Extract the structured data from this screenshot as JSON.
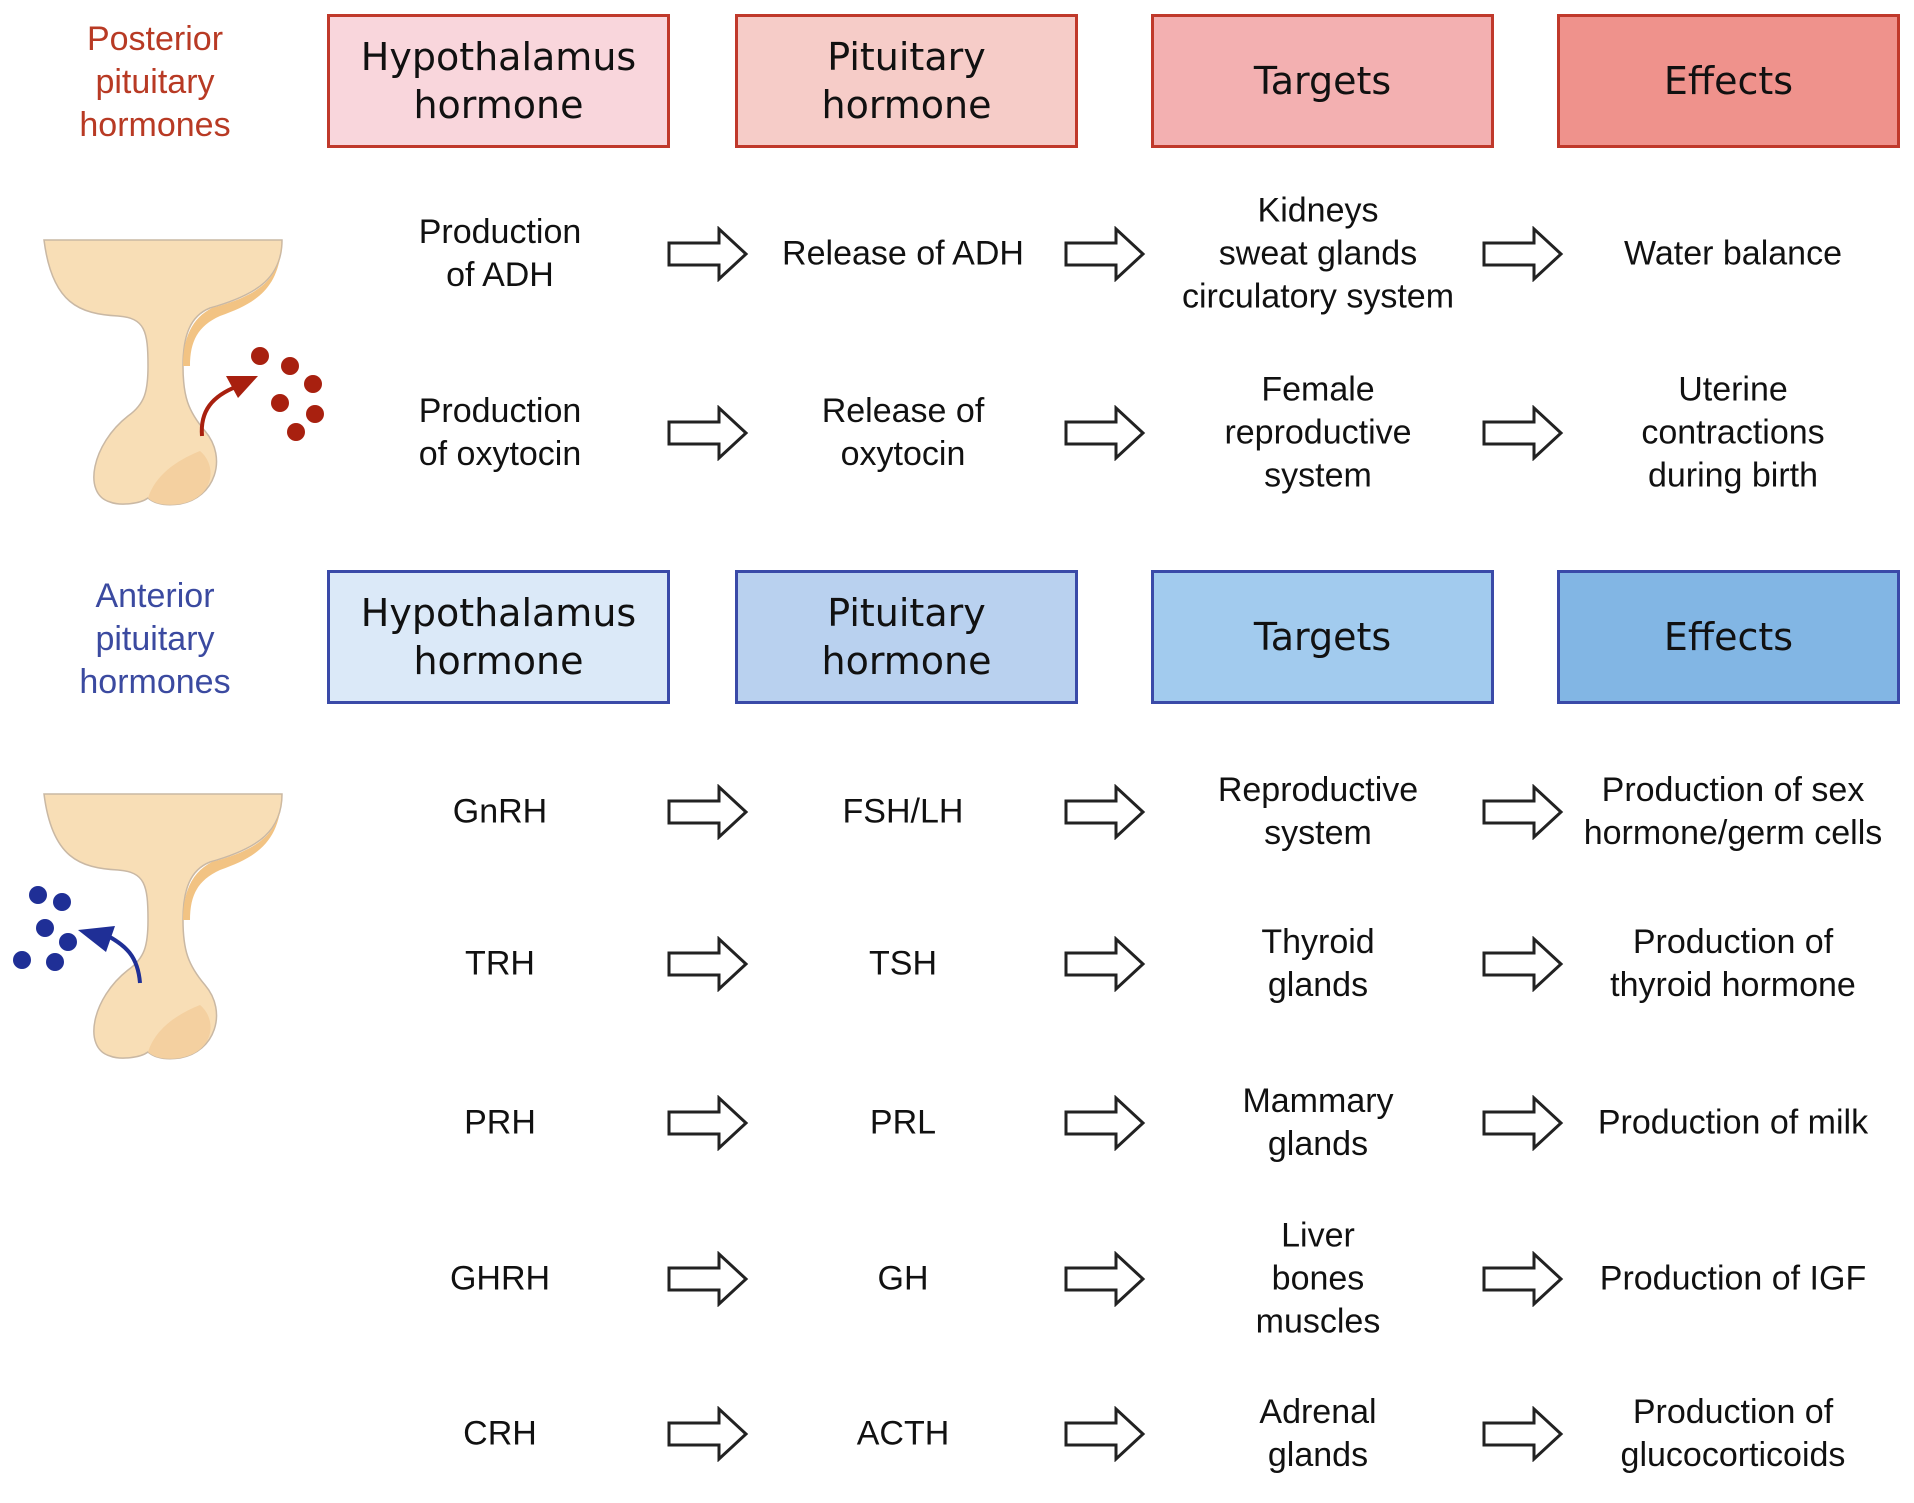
{
  "posterior": {
    "label_lines": [
      "Posterior",
      "pituitary",
      "hormones"
    ],
    "label_color": "#b83a24",
    "border_color": "#c0392b",
    "dot_color": "#a8200f",
    "headers": [
      {
        "text": "Hypothalamus\nhormone",
        "fill": "#f9d6dc"
      },
      {
        "text": "Pituitary\nhormone",
        "fill": "#f6ccc8"
      },
      {
        "text": "Targets",
        "fill": "#f3b0b1"
      },
      {
        "text": "Effects",
        "fill": "#ef928c"
      }
    ],
    "rows": [
      {
        "hypothalamus": "Production\nof ADH",
        "pituitary": "Release of ADH",
        "targets": "Kidneys\nsweat glands\ncirculatory system",
        "effects": "Water balance"
      },
      {
        "hypothalamus": "Production\nof oxytocin",
        "pituitary": "Release of\noxytocin",
        "targets": "Female\nreproductive\nsystem",
        "effects": "Uterine\ncontractions\nduring birth"
      }
    ]
  },
  "anterior": {
    "label_lines": [
      "Anterior",
      "pituitary",
      "hormones"
    ],
    "label_color": "#3b4aa0",
    "border_color": "#3a4aa8",
    "dot_color": "#1f2f96",
    "headers": [
      {
        "text": "Hypothalamus\nhormone",
        "fill": "#dbe9f8"
      },
      {
        "text": "Pituitary\nhormone",
        "fill": "#b9d1ef"
      },
      {
        "text": "Targets",
        "fill": "#a2cbee"
      },
      {
        "text": "Effects",
        "fill": "#82b6e4"
      }
    ],
    "rows": [
      {
        "hypothalamus": "GnRH",
        "pituitary": "FSH/LH",
        "targets": "Reproductive\nsystem",
        "effects": "Production of sex\nhormone/germ cells"
      },
      {
        "hypothalamus": "TRH",
        "pituitary": "TSH",
        "targets": "Thyroid\nglands",
        "effects": "Production of\nthyroid hormone"
      },
      {
        "hypothalamus": "PRH",
        "pituitary": "PRL",
        "targets": "Mammary\nglands",
        "effects": "Production of milk"
      },
      {
        "hypothalamus": "GHRH",
        "pituitary": "GH",
        "targets": "Liver\nbones\nmuscles",
        "effects": "Production of IGF"
      },
      {
        "hypothalamus": "CRH",
        "pituitary": "ACTH",
        "targets": "Adrenal\nglands",
        "effects": "Production of\nglucocorticoids"
      }
    ]
  },
  "icons": {
    "arrow": "hollow-right-arrow-icon",
    "gland": "pituitary-gland-icon"
  }
}
